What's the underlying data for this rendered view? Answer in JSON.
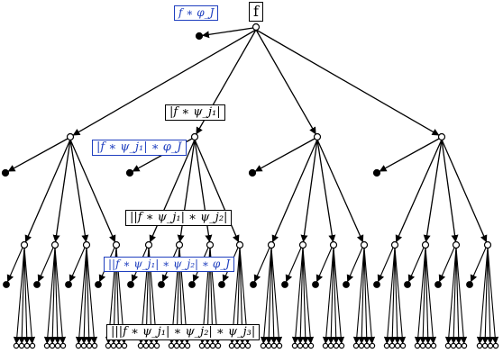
{
  "colors": {
    "tree": "#000000",
    "accent": "#1f3fbf"
  },
  "labels": {
    "root": "f",
    "low_pass_0": "f ∗ φ_J",
    "level1": "|f ∗ ψ_j₁|",
    "low_pass_1": "|f ∗ ψ_j₁| ∗ φ_J",
    "level2": "||f ∗ ψ_j₁| ∗ ψ_j₂|",
    "low_pass_2": "||f ∗ ψ_j₁| ∗ ψ_j₂| ∗ φ_J",
    "level3": "|||f ∗ ψ_j₁| ∗ ψ_j₂| ∗ ψ_j₃|"
  }
}
